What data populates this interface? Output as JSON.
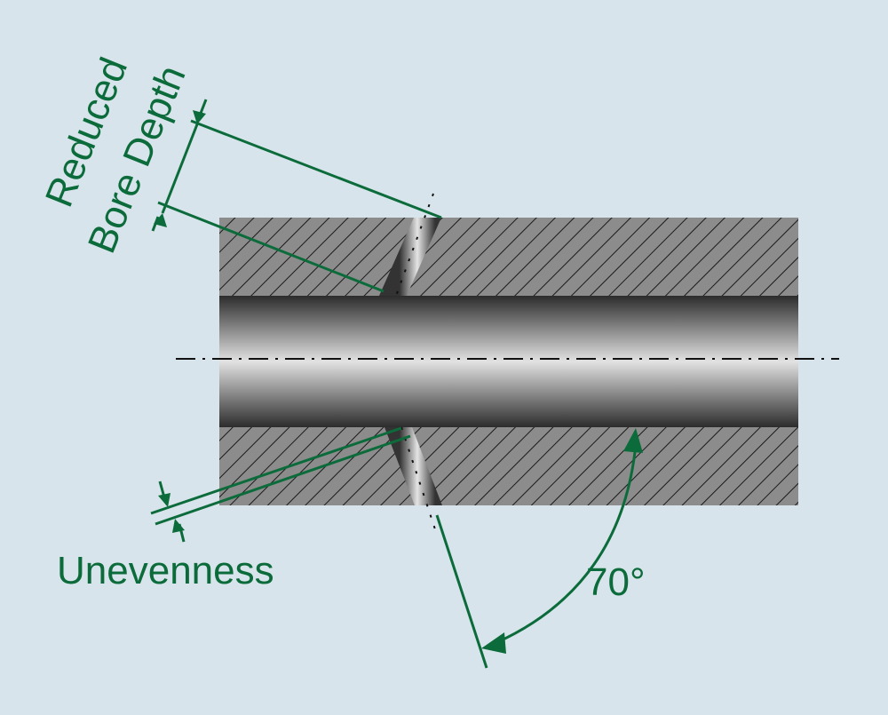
{
  "labels": {
    "reduced_line1": "Reduced",
    "reduced_line2": "Bore Depth",
    "unevenness": "Unevenness",
    "angle": "70°"
  },
  "colors": {
    "background": "#d8e4ec",
    "annotation": "#0c6b3a",
    "hatch_fill": "#8c8c8c",
    "hatch_line": "#1a1a1a"
  }
}
